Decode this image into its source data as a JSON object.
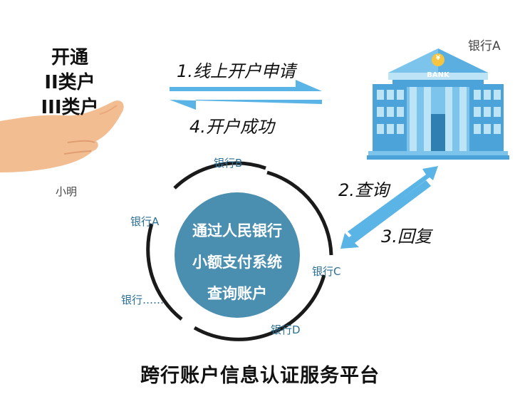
{
  "user": {
    "lines": [
      "开通",
      "II类户",
      "III类户"
    ],
    "name": "小明"
  },
  "bank_main": {
    "label": "银行A",
    "sign": "BANK",
    "symbol": "¥"
  },
  "steps": {
    "s1": "1.线上开户申请",
    "s4": "4.开户成功",
    "s2": "2.查询",
    "s3": "3.回复"
  },
  "center": {
    "lines": [
      "通过人民银行",
      "小额支付系统",
      "查询账户"
    ]
  },
  "ring_banks": {
    "top": "银行B",
    "left": "银行A",
    "right": "银行C",
    "bottom_left": "银行……",
    "bottom": "银行D"
  },
  "footer": "跨行账户信息认证服务平台",
  "colors": {
    "arrow_blue": "#5ab4e6",
    "circle_fill": "#4b8fb0",
    "ring": "#1a1a1a",
    "hand_skin": "#f3bd92",
    "bank_blue": "#4ba3d9"
  }
}
